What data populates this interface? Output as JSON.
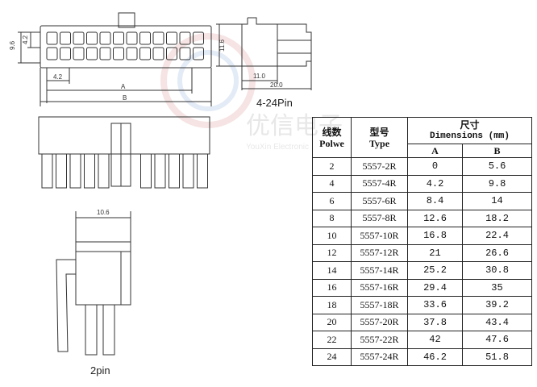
{
  "watermark": {
    "text_cn": "优信电子",
    "text_en": "YouXin Electronic"
  },
  "front_view": {
    "dims": {
      "pitch_v": "9.6",
      "row_h": "4.2",
      "pitch_h": "4.2",
      "a": "A",
      "b": "B"
    }
  },
  "side_view": {
    "dims": {
      "height": "11.6",
      "d1": "11.0",
      "d2": "20.0"
    },
    "caption": "4-24Pin"
  },
  "two_pin_view": {
    "width": "10.6",
    "caption": "2pin"
  },
  "table": {
    "header": {
      "col1_cn": "线数",
      "col1_en": "Polwe",
      "col2_cn": "型号",
      "col2_en": "Type",
      "col3_cn": "尺寸",
      "col3_en": "Dimensions (mm)",
      "a": "A",
      "b": "B"
    },
    "rows": [
      [
        "2",
        "5557-2R",
        "0",
        "5.6"
      ],
      [
        "4",
        "5557-4R",
        "4.2",
        "9.8"
      ],
      [
        "6",
        "5557-6R",
        "8.4",
        "14"
      ],
      [
        "8",
        "5557-8R",
        "12.6",
        "18.2"
      ],
      [
        "10",
        "5557-10R",
        "16.8",
        "22.4"
      ],
      [
        "12",
        "5557-12R",
        "21",
        "26.6"
      ],
      [
        "14",
        "5557-14R",
        "25.2",
        "30.8"
      ],
      [
        "16",
        "5557-16R",
        "29.4",
        "35"
      ],
      [
        "18",
        "5557-18R",
        "33.6",
        "39.2"
      ],
      [
        "20",
        "5557-20R",
        "37.8",
        "43.4"
      ],
      [
        "22",
        "5557-22R",
        "42",
        "47.6"
      ],
      [
        "24",
        "5557-24R",
        "46.2",
        "51.8"
      ]
    ]
  }
}
